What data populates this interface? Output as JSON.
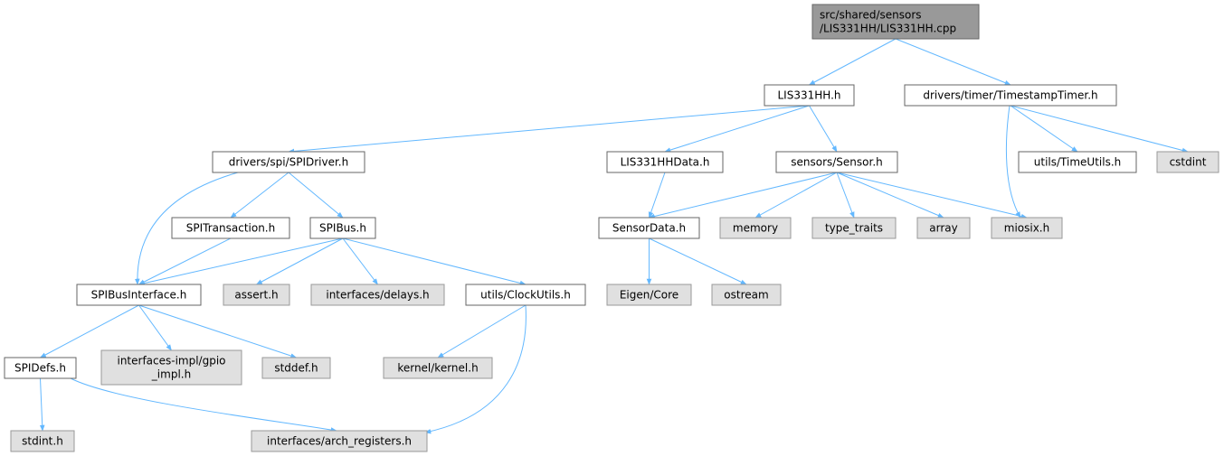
{
  "colors": {
    "root_fill": "#999999",
    "root_stroke": "#666666",
    "local_fill": "#ffffff",
    "local_stroke": "#666666",
    "system_fill": "#e0e0e0",
    "system_stroke": "#999999",
    "edge": "#63b8ff"
  },
  "nodes": [
    {
      "id": "root",
      "lines": [
        "src/shared/sensors",
        "/LIS331HH/LIS331HH.cpp"
      ],
      "kind": "root"
    },
    {
      "id": "lis331hh_h",
      "lines": [
        "LIS331HH.h"
      ],
      "kind": "local"
    },
    {
      "id": "timestamptimer_h",
      "lines": [
        "drivers/timer/TimestampTimer.h"
      ],
      "kind": "local"
    },
    {
      "id": "spidriver_h",
      "lines": [
        "drivers/spi/SPIDriver.h"
      ],
      "kind": "local"
    },
    {
      "id": "lis331hhdata_h",
      "lines": [
        "LIS331HHData.h"
      ],
      "kind": "local"
    },
    {
      "id": "sensor_h",
      "lines": [
        "sensors/Sensor.h"
      ],
      "kind": "local"
    },
    {
      "id": "timeutils_h",
      "lines": [
        "utils/TimeUtils.h"
      ],
      "kind": "local"
    },
    {
      "id": "cstdint",
      "lines": [
        "cstdint"
      ],
      "kind": "system"
    },
    {
      "id": "spitransaction_h",
      "lines": [
        "SPITransaction.h"
      ],
      "kind": "local"
    },
    {
      "id": "spibus_h",
      "lines": [
        "SPIBus.h"
      ],
      "kind": "local"
    },
    {
      "id": "sensordata_h",
      "lines": [
        "SensorData.h"
      ],
      "kind": "local"
    },
    {
      "id": "memory",
      "lines": [
        "memory"
      ],
      "kind": "system"
    },
    {
      "id": "type_traits",
      "lines": [
        "type_traits"
      ],
      "kind": "system"
    },
    {
      "id": "array",
      "lines": [
        "array"
      ],
      "kind": "system"
    },
    {
      "id": "miosix_h",
      "lines": [
        "miosix.h"
      ],
      "kind": "system"
    },
    {
      "id": "spibusinterface_h",
      "lines": [
        "SPIBusInterface.h"
      ],
      "kind": "local"
    },
    {
      "id": "assert_h",
      "lines": [
        "assert.h"
      ],
      "kind": "system"
    },
    {
      "id": "delays_h",
      "lines": [
        "interfaces/delays.h"
      ],
      "kind": "system"
    },
    {
      "id": "clockutils_h",
      "lines": [
        "utils/ClockUtils.h"
      ],
      "kind": "local"
    },
    {
      "id": "eigen_core",
      "lines": [
        "Eigen/Core"
      ],
      "kind": "system"
    },
    {
      "id": "ostream",
      "lines": [
        "ostream"
      ],
      "kind": "system"
    },
    {
      "id": "spidefs_h",
      "lines": [
        "SPIDefs.h"
      ],
      "kind": "local"
    },
    {
      "id": "gpio_impl_h",
      "lines": [
        "interfaces-impl/gpio",
        "_impl.h"
      ],
      "kind": "system"
    },
    {
      "id": "stddef_h",
      "lines": [
        "stddef.h"
      ],
      "kind": "system"
    },
    {
      "id": "kernel_h",
      "lines": [
        "kernel/kernel.h"
      ],
      "kind": "system"
    },
    {
      "id": "stdint_h",
      "lines": [
        "stdint.h"
      ],
      "kind": "system"
    },
    {
      "id": "arch_registers_h",
      "lines": [
        "interfaces/arch_registers.h"
      ],
      "kind": "system"
    }
  ],
  "edges": [
    {
      "from": "root",
      "to": "lis331hh_h"
    },
    {
      "from": "root",
      "to": "timestamptimer_h"
    },
    {
      "from": "lis331hh_h",
      "to": "spidriver_h"
    },
    {
      "from": "lis331hh_h",
      "to": "lis331hhdata_h"
    },
    {
      "from": "lis331hh_h",
      "to": "sensor_h"
    },
    {
      "from": "timestamptimer_h",
      "to": "miosix_h"
    },
    {
      "from": "timestamptimer_h",
      "to": "timeutils_h"
    },
    {
      "from": "timestamptimer_h",
      "to": "cstdint"
    },
    {
      "from": "spidriver_h",
      "to": "spibusinterface_h"
    },
    {
      "from": "spidriver_h",
      "to": "spitransaction_h"
    },
    {
      "from": "spidriver_h",
      "to": "spibus_h"
    },
    {
      "from": "lis331hhdata_h",
      "to": "sensordata_h"
    },
    {
      "from": "sensor_h",
      "to": "sensordata_h"
    },
    {
      "from": "sensor_h",
      "to": "memory"
    },
    {
      "from": "sensor_h",
      "to": "type_traits"
    },
    {
      "from": "sensor_h",
      "to": "array"
    },
    {
      "from": "sensor_h",
      "to": "miosix_h"
    },
    {
      "from": "spitransaction_h",
      "to": "spibusinterface_h"
    },
    {
      "from": "spibus_h",
      "to": "spibusinterface_h"
    },
    {
      "from": "spibus_h",
      "to": "assert_h"
    },
    {
      "from": "spibus_h",
      "to": "delays_h"
    },
    {
      "from": "spibus_h",
      "to": "clockutils_h"
    },
    {
      "from": "sensordata_h",
      "to": "eigen_core"
    },
    {
      "from": "sensordata_h",
      "to": "ostream"
    },
    {
      "from": "spibusinterface_h",
      "to": "spidefs_h"
    },
    {
      "from": "spibusinterface_h",
      "to": "gpio_impl_h"
    },
    {
      "from": "spibusinterface_h",
      "to": "stddef_h"
    },
    {
      "from": "clockutils_h",
      "to": "kernel_h"
    },
    {
      "from": "clockutils_h",
      "to": "arch_registers_h"
    },
    {
      "from": "spidefs_h",
      "to": "stdint_h"
    },
    {
      "from": "spidefs_h",
      "to": "arch_registers_h"
    }
  ]
}
